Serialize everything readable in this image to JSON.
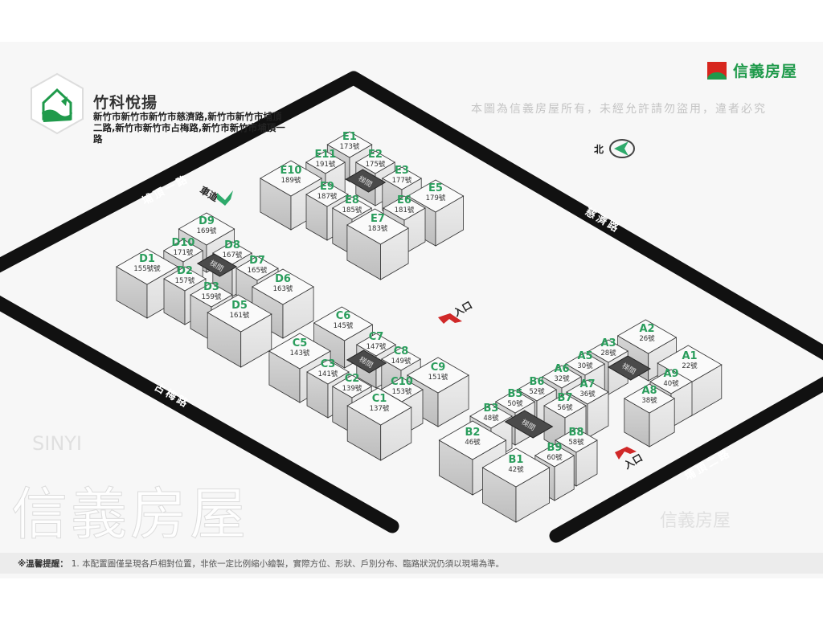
{
  "project": {
    "title": "竹科悅揚",
    "address": "新竹市新竹市新竹市慈濟路,新竹市新竹市埔頂二路,新竹市新竹市占梅路,新竹市新竹市埔頂一路"
  },
  "brand": {
    "name": "信義房屋",
    "colors": {
      "red": "#d7261e",
      "green": "#1f9a4b"
    }
  },
  "watermark": {
    "text": "信義房屋",
    "notice": "本圖為信義房屋所有，未經允許請勿盜用，違者必究",
    "latin": "SINYI"
  },
  "compass": {
    "label": "北",
    "icon": "north-arrow-icon"
  },
  "roads": {
    "north_west": "埔頂一路",
    "north_east": "慈濟路",
    "south_west": "占梅路",
    "south_east": "埔頂二路"
  },
  "markers": {
    "driveway": "車道",
    "entrance": "入口"
  },
  "stair_label": "梯間",
  "buildings": [
    {
      "name": "E",
      "units": [
        {
          "id": "E1",
          "no": "173號"
        },
        {
          "id": "E11",
          "no": "191號"
        },
        {
          "id": "E2",
          "no": "175號"
        },
        {
          "id": "E10",
          "no": "189號"
        },
        {
          "id": "E3",
          "no": "177號"
        },
        {
          "id": "E9",
          "no": "187號"
        },
        {
          "id": "E5",
          "no": "179號"
        },
        {
          "id": "E8",
          "no": "185號"
        },
        {
          "id": "E6",
          "no": "181號"
        },
        {
          "id": "E7",
          "no": "183號"
        }
      ]
    },
    {
      "name": "D",
      "units": [
        {
          "id": "D9",
          "no": "169號"
        },
        {
          "id": "D10",
          "no": "171號"
        },
        {
          "id": "D8",
          "no": "167號"
        },
        {
          "id": "D1",
          "no": "155號號"
        },
        {
          "id": "D7",
          "no": "165號"
        },
        {
          "id": "D2",
          "no": "157號"
        },
        {
          "id": "D6",
          "no": "163號"
        },
        {
          "id": "D3",
          "no": "159號"
        },
        {
          "id": "D5",
          "no": "161號"
        }
      ]
    },
    {
      "name": "C",
      "units": [
        {
          "id": "C6",
          "no": "145號"
        },
        {
          "id": "C5",
          "no": "143號"
        },
        {
          "id": "C7",
          "no": "147號"
        },
        {
          "id": "C8",
          "no": "149號"
        },
        {
          "id": "C3",
          "no": "141號"
        },
        {
          "id": "C9",
          "no": "151號"
        },
        {
          "id": "C2",
          "no": "139號"
        },
        {
          "id": "C10",
          "no": "153號"
        },
        {
          "id": "C1",
          "no": "137號"
        }
      ]
    },
    {
      "name": "A",
      "units": [
        {
          "id": "A2",
          "no": "26號"
        },
        {
          "id": "A3",
          "no": "28號"
        },
        {
          "id": "A1",
          "no": "22號"
        },
        {
          "id": "A5",
          "no": "30號"
        },
        {
          "id": "A6",
          "no": "32號"
        },
        {
          "id": "A9",
          "no": "40號"
        },
        {
          "id": "A7",
          "no": "36號"
        },
        {
          "id": "A8",
          "no": "38號"
        }
      ]
    },
    {
      "name": "B",
      "units": [
        {
          "id": "B6",
          "no": "52號"
        },
        {
          "id": "B5",
          "no": "50號"
        },
        {
          "id": "B7",
          "no": "56號"
        },
        {
          "id": "B3",
          "no": "48號"
        },
        {
          "id": "B2",
          "no": "46號"
        },
        {
          "id": "B8",
          "no": "58號"
        },
        {
          "id": "B9",
          "no": "60號"
        },
        {
          "id": "B1",
          "no": "42號"
        }
      ]
    }
  ],
  "footer": {
    "label": "※溫馨提醒：",
    "text": "1. 本配置圖僅呈現各戶相對位置，非依一定比例縮小繪製，實際方位、形狀、戶別分布、臨路狀況仍須以現場為準。"
  }
}
